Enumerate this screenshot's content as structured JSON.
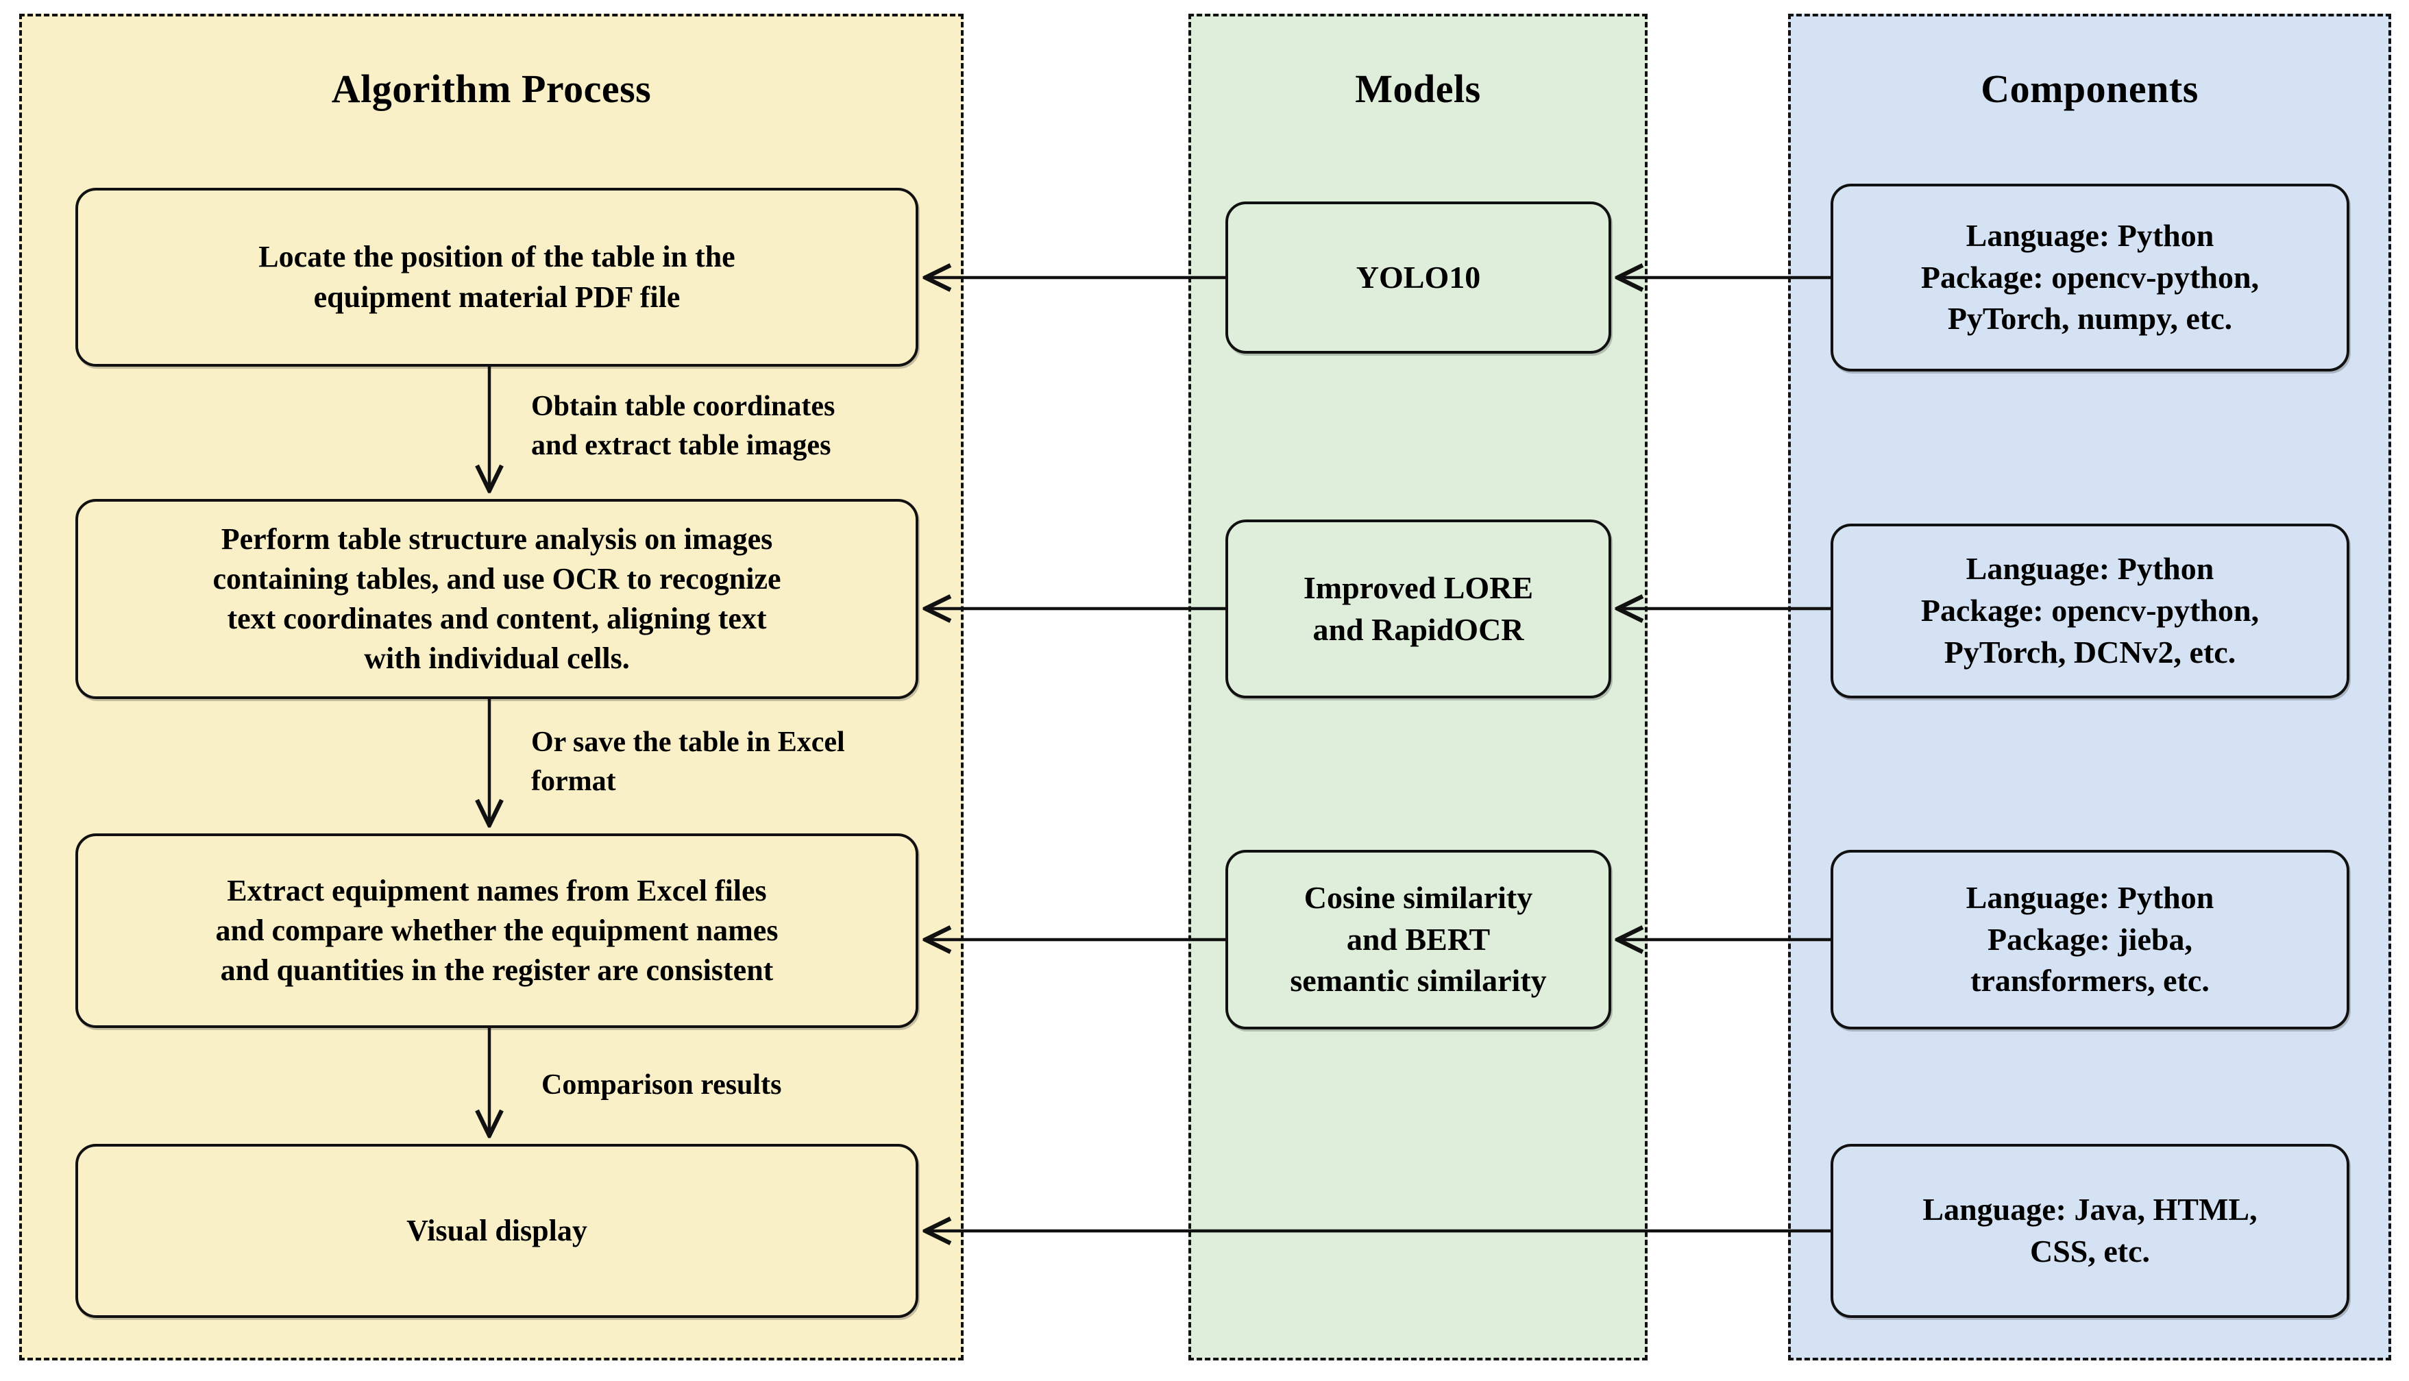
{
  "columns": [
    {
      "title": "Algorithm Process",
      "boxes": [
        "Locate the position of the table in the\nequipment material PDF file",
        "Perform table structure analysis on images\ncontaining tables, and use OCR to recognize\ntext coordinates and content, aligning text\nwith individual cells.",
        "Extract equipment names from Excel files\nand compare whether the equipment names\nand quantities in the register are consistent",
        "Visual display"
      ]
    },
    {
      "title": "Models",
      "boxes": [
        "YOLO10",
        "Improved LORE\nand RapidOCR",
        "Cosine similarity\nand BERT\nsemantic similarity"
      ]
    },
    {
      "title": "Components",
      "boxes": [
        "Language: Python\nPackage: opencv-python,\nPyTorch, numpy, etc.",
        "Language: Python\nPackage: opencv-python,\nPyTorch, DCNv2, etc.",
        "Language: Python\nPackage: jieba,\ntransformers, etc.",
        "Language: Java, HTML,\nCSS, etc."
      ]
    }
  ],
  "arrow_labels": [
    "Obtain table coordinates\nand extract table images",
    "Or save the table in Excel\nformat",
    "Comparison results"
  ],
  "colors": {
    "process_panel": "#FAF0C8",
    "models_panel": "#DEEEDA",
    "components_panel": "#D5E2F3",
    "box_border": "#111111",
    "arrow": "#111111",
    "text": "#000000"
  }
}
